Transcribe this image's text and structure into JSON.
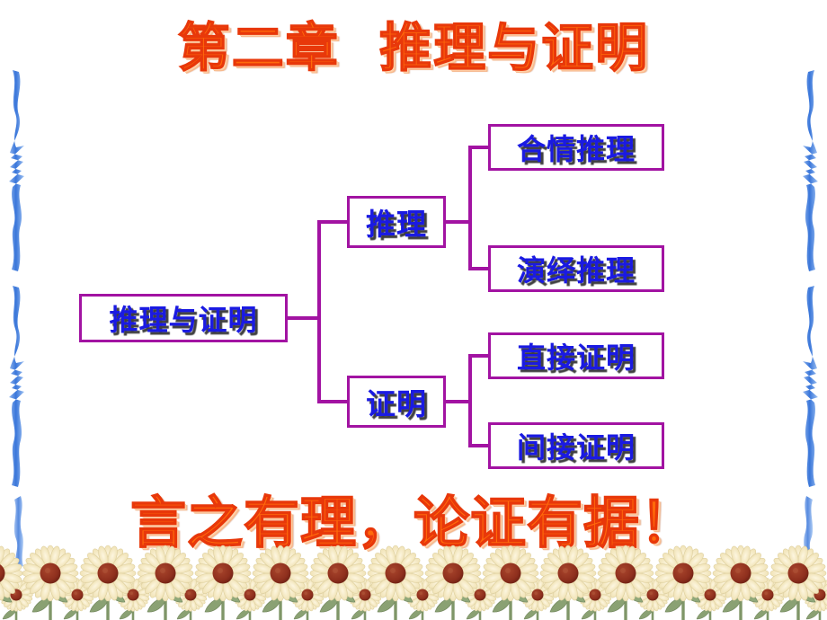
{
  "slide": {
    "title": "第二章  推理与证明",
    "slogan": "言之有理，论证有据！",
    "colors": {
      "title_fill": "#ff6a0a",
      "title_outline": "#e8380a",
      "node_border": "#a213a2",
      "node_text": "#1a1ae2",
      "connector": "#a213a2",
      "brush": "#2f6fd8",
      "flower_petal": "#f5e6bd",
      "flower_center": "#8e2f1d",
      "flower_leaf": "#7f9668",
      "background": "#ffffff"
    }
  },
  "diagram": {
    "root": {
      "label": "推理与证明"
    },
    "branches": [
      {
        "label": "推理",
        "children": [
          {
            "label": "合情推理"
          },
          {
            "label": "演绎推理"
          }
        ]
      },
      {
        "label": "证明",
        "children": [
          {
            "label": "直接证明"
          },
          {
            "label": "间接证明"
          }
        ]
      }
    ]
  },
  "decorations": {
    "left_brush": "blue-brush-stroke",
    "right_brush": "blue-brush-stroke",
    "bottom_border": "sunflower-border"
  }
}
